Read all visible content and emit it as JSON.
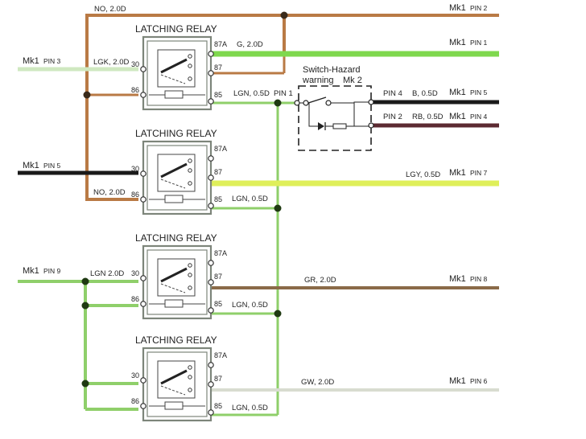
{
  "relays": [
    {
      "title": "LATCHING RELAY",
      "pins": [
        "30",
        "86",
        "87A",
        "87",
        "85"
      ]
    },
    {
      "title": "LATCHING RELAY",
      "pins": [
        "30",
        "86",
        "87A",
        "87",
        "85"
      ]
    },
    {
      "title": "LATCHING RELAY",
      "pins": [
        "30",
        "86",
        "87A",
        "87",
        "85"
      ]
    },
    {
      "title": "LATCHING RELAY",
      "pins": [
        "30",
        "86",
        "87A",
        "87",
        "85"
      ]
    }
  ],
  "connectors": {
    "right": [
      {
        "mk": "Mk1",
        "pin": "PIN 2"
      },
      {
        "mk": "Mk1",
        "pin": "PIN 1"
      },
      {
        "mk": "Mk1",
        "pin": "PIN 5"
      },
      {
        "mk": "Mk1",
        "pin": "PIN 4"
      },
      {
        "mk": "Mk1",
        "pin": "PIN 7"
      },
      {
        "mk": "Mk1",
        "pin": "PIN 8"
      },
      {
        "mk": "Mk1",
        "pin": "PIN 6"
      }
    ],
    "left": [
      {
        "mk": "Mk1",
        "pin": "PIN 3"
      },
      {
        "mk": "Mk1",
        "pin": "PIN 5"
      },
      {
        "mk": "Mk1",
        "pin": "PIN 9"
      }
    ]
  },
  "wire_labels": {
    "top_no": "NO, 2.0D",
    "g": "G, 2.0D",
    "lgk": "LGK, 2.0D",
    "lgn1": "LGN, 0.5D",
    "pin1": "PIN 1",
    "no2": "NO, 2.0D",
    "lgy": "LGY, 0.5D",
    "lgn2": "LGN, 0.5D",
    "lgn_in": "LGN 2.0D",
    "gr": "GR, 2.0D",
    "lgn3": "LGN, 0.5D",
    "gw": "GW, 2.0D",
    "lgn4": "LGN, 0.5D"
  },
  "switch_hazard": {
    "title": "Switch-Hazard",
    "subtitle": "warning",
    "connector": "Mk 2",
    "pin4": "PIN 4",
    "b": "B, 0.5D",
    "pin2": "PIN 2",
    "rb": "RB, 0.5D"
  },
  "colors": {
    "brown": "#b97a45",
    "green_bright": "#7fd84e",
    "green_wire": "#8fcf6a",
    "light_green": "#cfe8c0",
    "black": "#1a1a1a",
    "maroon": "#5c2a32",
    "yellow_green": "#dfef5a",
    "gray_brown": "#8a6a48",
    "gray_white": "#d8dcd0",
    "relay_border": "#7d857a"
  }
}
